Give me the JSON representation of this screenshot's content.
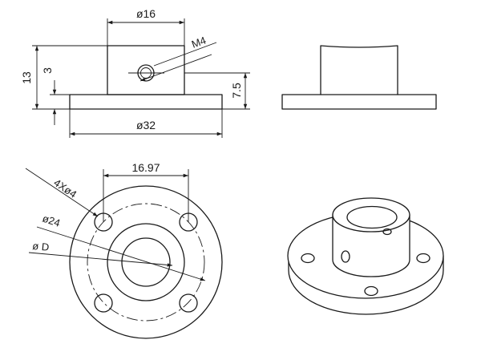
{
  "dimensions": {
    "top_width": "ø16",
    "thread": "M4",
    "total_height": "13",
    "flange_thickness": "3",
    "screw_height": "7.5",
    "flange_diameter": "ø32",
    "hole_spacing": "16.97",
    "holes": "4Xø4",
    "pcd": "ø24",
    "bore": "ø D"
  },
  "colors": {
    "line": "#1a1a1a",
    "background": "#ffffff"
  }
}
